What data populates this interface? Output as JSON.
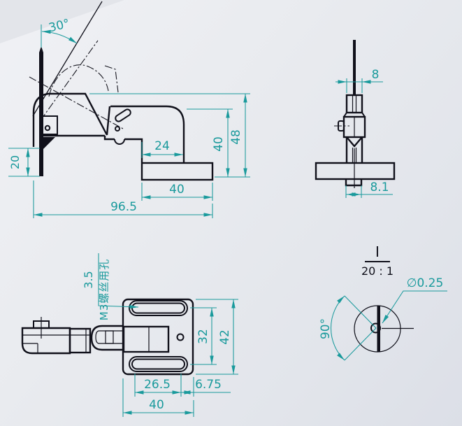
{
  "colors": {
    "outline": "#10101a",
    "dimension": "#1a9a9c",
    "background": "#e9ebf1"
  },
  "side_view": {
    "angle": "30°",
    "lever_length": "20",
    "step_width": "24",
    "base_width": "40",
    "overall_width": "96.5",
    "bracket_height": "40",
    "overall_height": "48"
  },
  "front_view": {
    "shaft_width": "8",
    "foot_width": "8.1"
  },
  "top_view": {
    "slot_width": "3.5",
    "slot_note": "M3螺丝用孔",
    "slot_spacing": "32",
    "plate_height": "42",
    "slot_length": "26.5",
    "edge_offset": "6.75",
    "plate_width": "40"
  },
  "detail_view": {
    "label": "I",
    "scale": "20 : 1",
    "hole_diameter": "∅0.25",
    "cone_angle": "90°"
  }
}
